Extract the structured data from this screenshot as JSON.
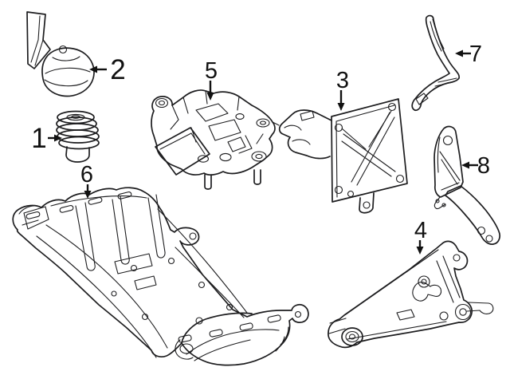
{
  "diagram": {
    "background_color": "#ffffff",
    "line_color": "#1d1d1f",
    "label_color": "#111111",
    "callouts": [
      {
        "label": "1",
        "arrow_direction": "right",
        "target": "part-1"
      },
      {
        "label": "2",
        "arrow_direction": "left",
        "target": "part-2"
      },
      {
        "label": "3",
        "arrow_direction": "down",
        "target": "part-3"
      },
      {
        "label": "4",
        "arrow_direction": "down",
        "target": "part-4"
      },
      {
        "label": "5",
        "arrow_direction": "down",
        "target": "part-5"
      },
      {
        "label": "6",
        "arrow_direction": "down",
        "target": "part-6"
      },
      {
        "label": "7",
        "arrow_direction": "left",
        "target": "part-7"
      },
      {
        "label": "8",
        "arrow_direction": "left",
        "target": "part-8"
      }
    ]
  }
}
